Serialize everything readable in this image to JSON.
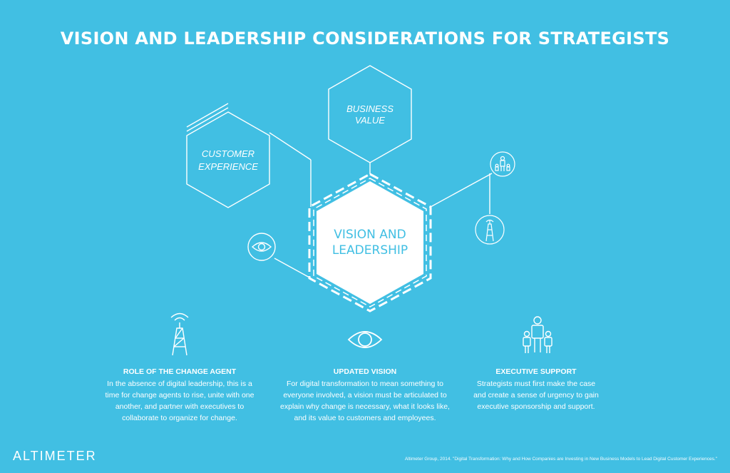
{
  "title": "VISION AND LEADERSHIP CONSIDERATIONS FOR STRATEGISTS",
  "hexes": {
    "business_value": [
      "BUSINESS",
      "VALUE"
    ],
    "customer_experience": [
      "CUSTOMER",
      "EXPERIENCE"
    ],
    "center": [
      "VISION AND",
      "LEADERSHIP"
    ]
  },
  "columns": [
    {
      "heading": "ROLE OF THE CHANGE AGENT",
      "lines": [
        "In the absence of digital leadership, this is a",
        "time for change agents to rise, unite with one",
        "another, and partner with executives to",
        "collaborate to organize for change."
      ],
      "icon": "tower-icon"
    },
    {
      "heading": "UPDATED VISION",
      "lines": [
        "For digital transformation to mean something to",
        "everyone involved, a vision must be articulated to",
        "explain why change is necessary, what it looks like,",
        "and its value to customers and employees."
      ],
      "icon": "eye-icon"
    },
    {
      "heading": "EXECUTIVE SUPPORT",
      "lines": [
        "Strategists must first make the case",
        "and create a sense of urgency to gain",
        "executive sponsorship and support."
      ],
      "icon": "people-icon"
    }
  ],
  "logo": "ALTIMETER",
  "citation": "Altimeter Group, 2014. \"Digital Transformation: Why and How Companies are Investing in New Business Models to Lead Digital Customer Experiences.\"",
  "colors": {
    "background": "#41bfe3",
    "foreground": "#ffffff",
    "center_text": "#41bfe3"
  }
}
